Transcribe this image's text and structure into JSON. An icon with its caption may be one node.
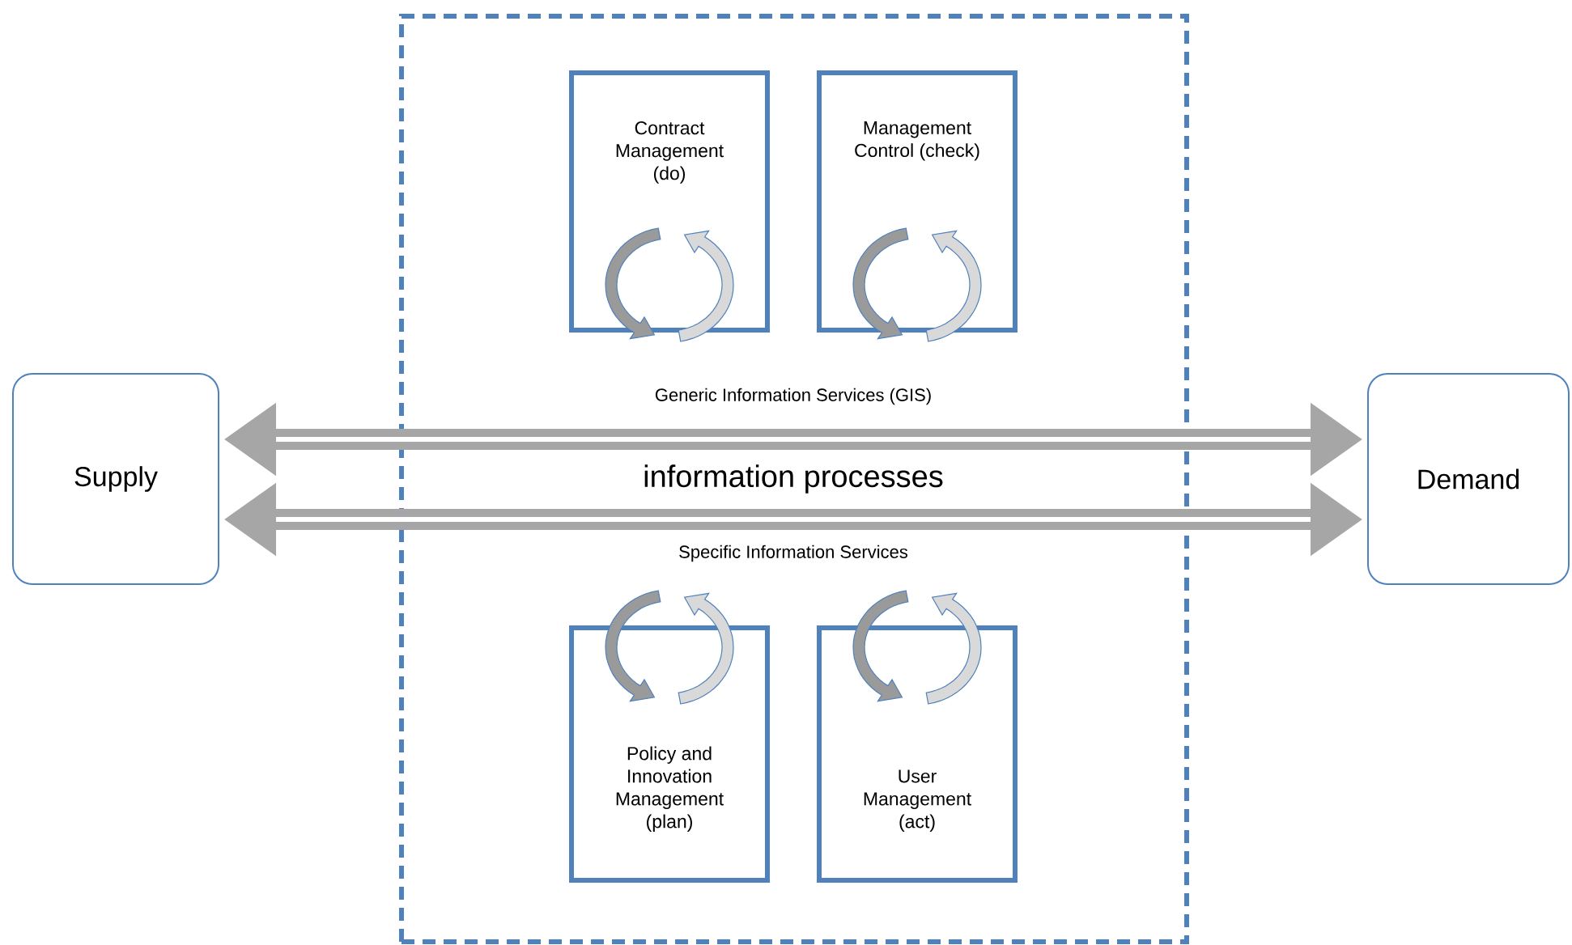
{
  "diagram": {
    "nodes": [
      {
        "text": [
          "Supply"
        ]
      },
      {
        "text": [],
        "shape": "box"
      },
      {
        "text": [
          "Contract Management (do)"
        ],
        "in": 1
      },
      {
        "text": [
          "Management Control (check)"
        ],
        "in": 1
      },
      {
        "text": [
          "Policy and Innovation Management (plan)"
        ],
        "in": 1
      },
      {
        "text": [
          "User Management (act)"
        ],
        "in": 1
      },
      {
        "text": [
          "Demand"
        ]
      }
    ],
    "edges": [
      {
        "from": 0,
        "to": 6,
        "arrow": "both",
        "label": "Generic Information Services (GIS)"
      },
      {
        "from": 0,
        "to": 6,
        "arrow": "both",
        "label": "Specific Information Services"
      }
    ],
    "labels": [
      "information processes"
    ]
  }
}
